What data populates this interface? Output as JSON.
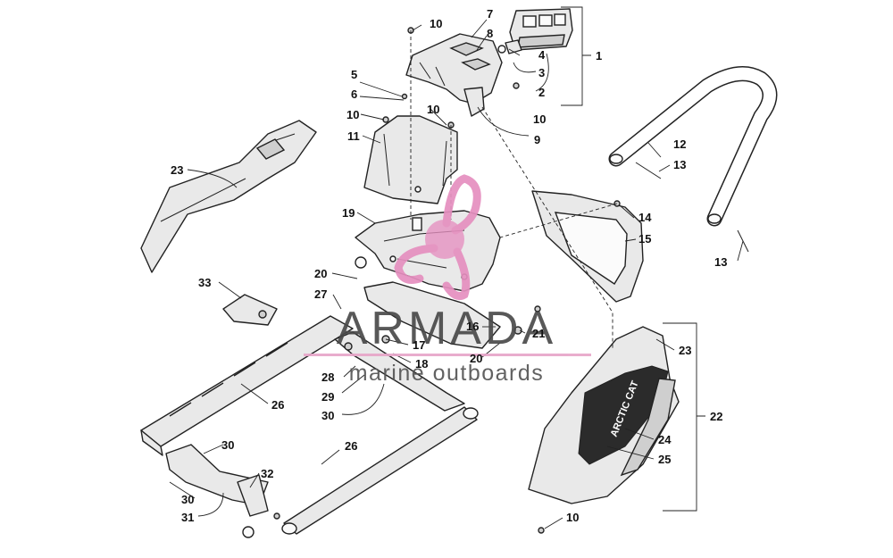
{
  "watermark": {
    "brand": "ARMADA",
    "subtitle": "marine outboards",
    "logo_color": "#e58fbf",
    "divider_color": "#e7a6c9"
  },
  "decal": {
    "text": "ARCTIC CAT"
  },
  "callouts": {
    "c1": "1",
    "c2": "2",
    "c3": "3",
    "c4": "4",
    "c5": "5",
    "c6": "6",
    "c7": "7",
    "c8": "8",
    "c9": "9",
    "c10a": "10",
    "c10b": "10",
    "c10c": "10",
    "c10d": "10",
    "c10e": "10",
    "c11": "11",
    "c12": "12",
    "c13a": "13",
    "c13b": "13",
    "c14": "14",
    "c15": "15",
    "c16": "16",
    "c17": "17",
    "c18": "18",
    "c19": "19",
    "c20a": "20",
    "c20b": "20",
    "c21": "21",
    "c22": "22",
    "c23a": "23",
    "c23b": "23",
    "c24": "24",
    "c25": "25",
    "c26a": "26",
    "c26b": "26",
    "c27": "27",
    "c28": "28",
    "c29": "29",
    "c30a": "30",
    "c30b": "30",
    "c30c": "30",
    "c31": "31",
    "c32": "32",
    "c33": "33"
  }
}
